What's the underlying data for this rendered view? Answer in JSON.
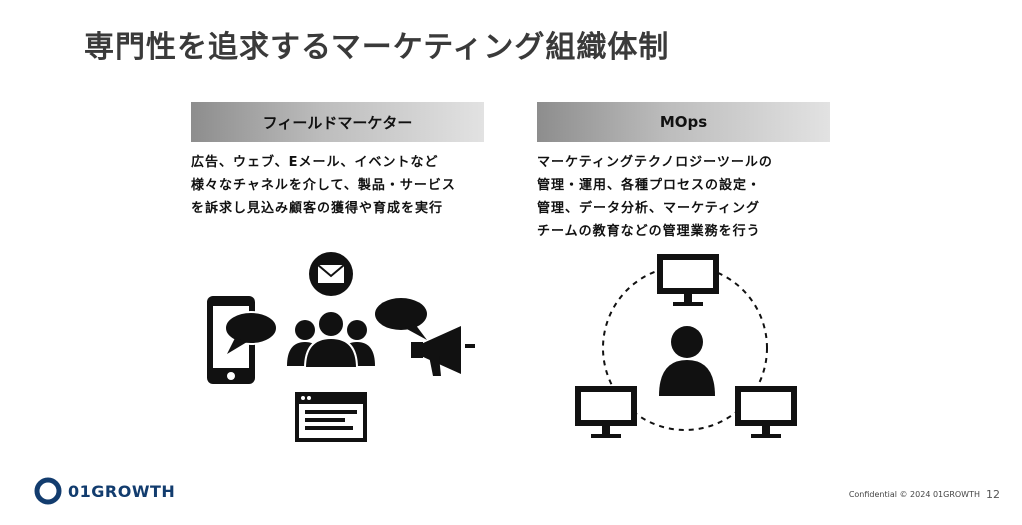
{
  "slide": {
    "title": "専門性を追求するマーケティング組織体制"
  },
  "left_column": {
    "header": "フィールドマーケター",
    "lines": [
      "広告、ウェブ、Eメール、イベントなど",
      "様々なチャネルを介して、製品・サービス",
      "を訴求し見込み顧客の獲得や育成を実行"
    ],
    "icons": [
      "mail-icon",
      "smartphone-icon",
      "speech-bubble-icon",
      "people-icon",
      "megaphone-icon",
      "browser-window-icon"
    ]
  },
  "right_column": {
    "header": "MOps",
    "lines": [
      "マーケティングテクノロジーツールの",
      "管理・運用、各種プロセスの設定・",
      "管理、データ分析、マーケティング",
      "チームの教育などの管理業務を行う"
    ],
    "icons": [
      "monitor-icon",
      "person-icon"
    ]
  },
  "footer": {
    "logo_text": "01GROWTH",
    "confidential": "Confidential  © 2024 01GROWTH",
    "page_number": "12"
  },
  "colors": {
    "title": "#3a3a3a",
    "logo": "#123c6e",
    "icon": "#111111"
  }
}
